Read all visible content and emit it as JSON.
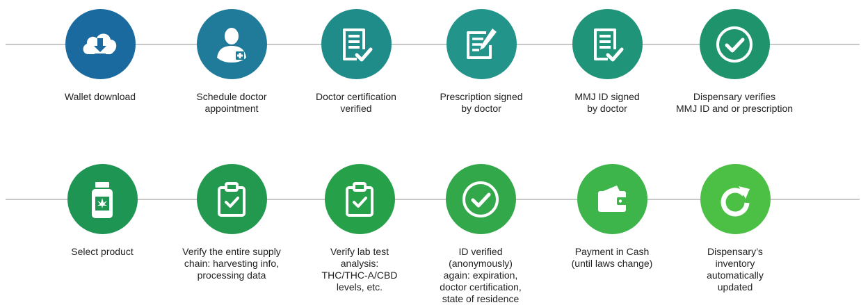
{
  "colors": {
    "line": "#c8c8c8",
    "row1": [
      "#1a6aa0",
      "#207a9a",
      "#1f8c8a",
      "#22948a",
      "#1f9478",
      "#1f946c"
    ],
    "row2": [
      "#1f9554",
      "#22994e",
      "#27a04a",
      "#32a84a",
      "#3db54a",
      "#4cc044"
    ]
  },
  "row1": [
    {
      "label": "Wallet download",
      "icon": "cloud-download-icon"
    },
    {
      "label": "Schedule doctor\nappointment",
      "icon": "doctor-icon"
    },
    {
      "label": "Doctor certification\nverified",
      "icon": "document-check-icon"
    },
    {
      "label": "Prescription signed\nby doctor",
      "icon": "document-pen-icon"
    },
    {
      "label": "MMJ ID signed\nby doctor",
      "icon": "document-check-icon"
    },
    {
      "label": "Dispensary verifies\nMMJ ID and or prescription",
      "icon": "check-circle-icon"
    }
  ],
  "row2": [
    {
      "label": "Select product",
      "icon": "product-jar-icon"
    },
    {
      "label": "Verify the entire supply\nchain: harvesting info,\nprocessing data",
      "icon": "clipboard-check-icon"
    },
    {
      "label": "Verify lab test\nanalysis:\nTHC/THC-A/CBD\nlevels, etc.",
      "icon": "clipboard-check-icon"
    },
    {
      "label": "ID verified\n(anonymously)\nagain: expiration,\ndoctor certification,\nstate of residence",
      "icon": "check-circle-icon"
    },
    {
      "label": "Payment in Cash\n(until laws change)",
      "icon": "wallet-icon"
    },
    {
      "label": "Dispensary’s\ninventory\nautomatically\nupdated",
      "icon": "refresh-icon"
    }
  ]
}
